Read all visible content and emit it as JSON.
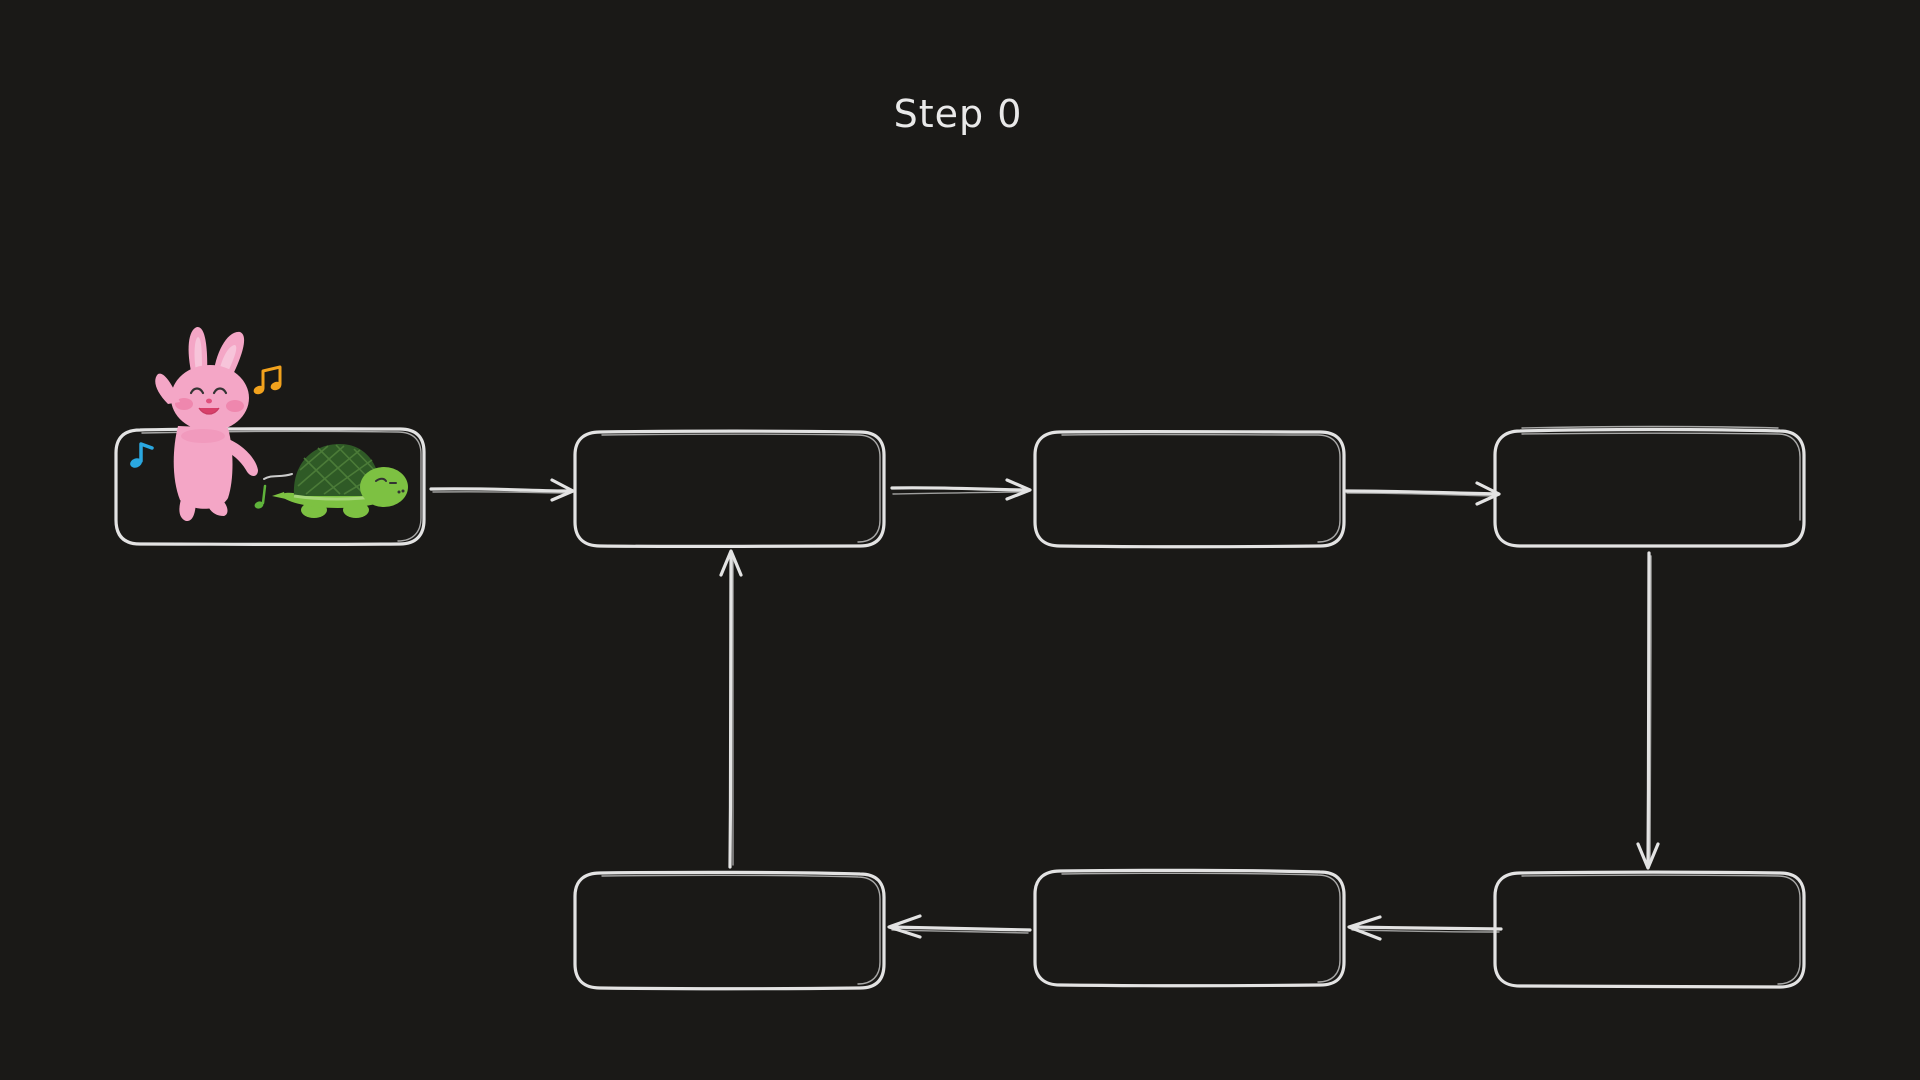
{
  "diagram": {
    "title": "Step 0",
    "colors": {
      "background": "#1a1917",
      "stroke": "#e3e3e3",
      "title_text": "#e9e9e9",
      "rabbit": "#f4a6c6",
      "turtle_body": "#7dc142",
      "turtle_shell": "#2f5a26",
      "music_note_blue": "#2aa7e0",
      "music_note_orange": "#f2a21d",
      "music_note_green": "#5fb33b"
    },
    "nodes": [
      {
        "id": "node-1",
        "label": ""
      },
      {
        "id": "node-2",
        "label": ""
      },
      {
        "id": "node-3",
        "label": ""
      },
      {
        "id": "node-4",
        "label": ""
      },
      {
        "id": "node-5",
        "label": ""
      },
      {
        "id": "node-6",
        "label": ""
      },
      {
        "id": "node-7",
        "label": ""
      }
    ],
    "edges": [
      {
        "from": "node-1",
        "to": "node-2"
      },
      {
        "from": "node-2",
        "to": "node-3"
      },
      {
        "from": "node-3",
        "to": "node-4"
      },
      {
        "from": "node-4",
        "to": "node-5"
      },
      {
        "from": "node-5",
        "to": "node-6"
      },
      {
        "from": "node-6",
        "to": "node-7"
      },
      {
        "from": "node-7",
        "to": "node-2"
      }
    ],
    "illustration": {
      "rabbit_icon": "dancing-rabbit",
      "turtle_icon": "turtle",
      "notes_icon": "music-notes",
      "position_node": "node-1"
    }
  }
}
